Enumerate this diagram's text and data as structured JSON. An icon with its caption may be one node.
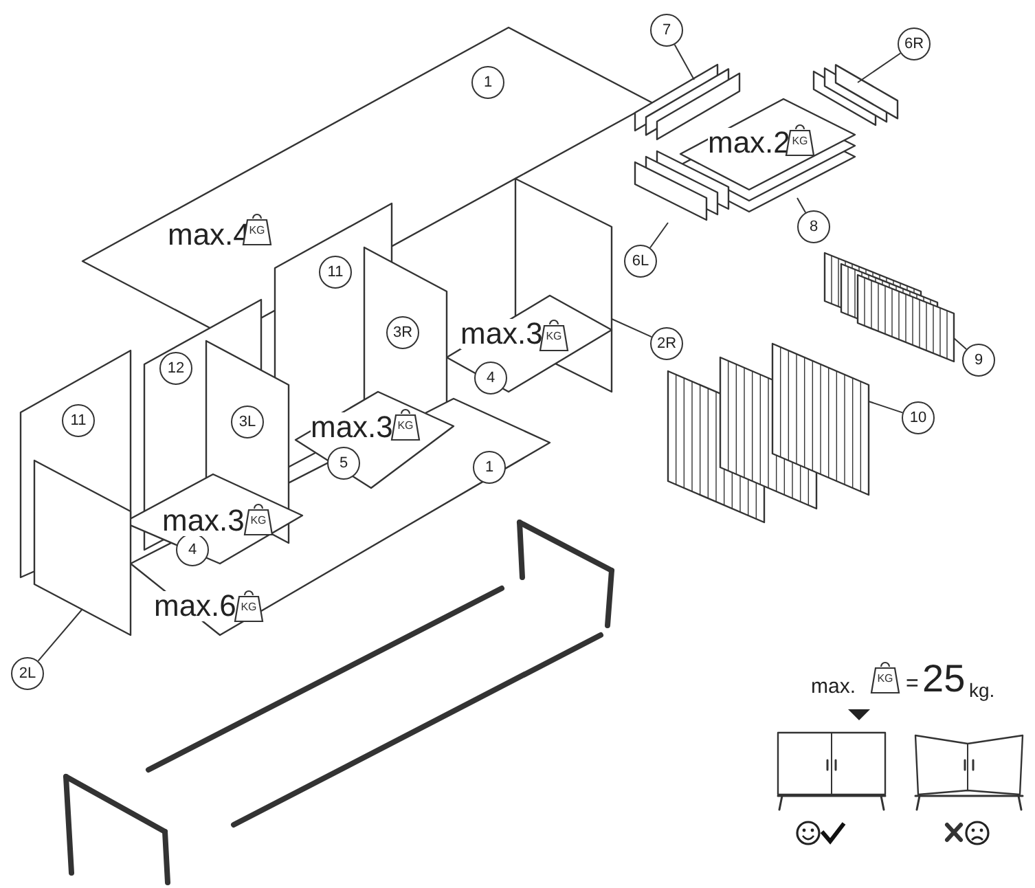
{
  "diagram": {
    "nodes": [
      {
        "text": [
          "7"
        ]
      },
      {
        "text": [
          "1"
        ]
      },
      {
        "text": [
          "6R"
        ]
      },
      {
        "text": [
          "8"
        ]
      },
      {
        "text": [
          "6L"
        ]
      },
      {
        "text": [
          "11"
        ]
      },
      {
        "text": [
          "3R"
        ]
      },
      {
        "text": [
          "9"
        ]
      },
      {
        "text": [
          "2R"
        ]
      },
      {
        "text": [
          "12"
        ]
      },
      {
        "text": [
          "4"
        ]
      },
      {
        "text": [
          "11"
        ]
      },
      {
        "text": [
          "3L"
        ]
      },
      {
        "text": [
          "5"
        ]
      },
      {
        "text": [
          "1"
        ]
      },
      {
        "text": [
          "10"
        ]
      },
      {
        "text": [
          "4"
        ]
      },
      {
        "text": [
          "2L"
        ]
      },
      {
        "text": [],
        "shape": "box"
      },
      {
        "text": [],
        "shape": "box"
      },
      {
        "text": [],
        "shape": "box"
      },
      {
        "text": [],
        "shape": "box"
      },
      {
        "text": [],
        "shape": "picture"
      },
      {
        "text": [],
        "shape": "box"
      },
      {
        "text": [],
        "shape": "picture"
      },
      {
        "text": [],
        "shape": "box"
      }
    ],
    "edges": [
      {
        "from": 0,
        "to": 18,
        "arrow": "none"
      },
      {
        "from": 2,
        "to": 19,
        "arrow": "none"
      },
      {
        "from": 3,
        "to": 20,
        "arrow": "none"
      },
      {
        "from": 4,
        "to": 21,
        "arrow": "none"
      },
      {
        "from": 7,
        "to": 22,
        "arrow": "none"
      },
      {
        "from": 8,
        "to": 23,
        "arrow": "none"
      },
      {
        "from": 15,
        "to": 24,
        "arrow": "none"
      },
      {
        "from": 17,
        "to": 25,
        "arrow": "none"
      }
    ],
    "labels": [
      "max.4",
      "KG",
      "max.2",
      "KG",
      "max.3",
      "KG",
      "max.3",
      "KG",
      "max.3",
      "KG",
      "max.6",
      "KG",
      "max.",
      "KG",
      "=",
      "25",
      "kg."
    ]
  }
}
